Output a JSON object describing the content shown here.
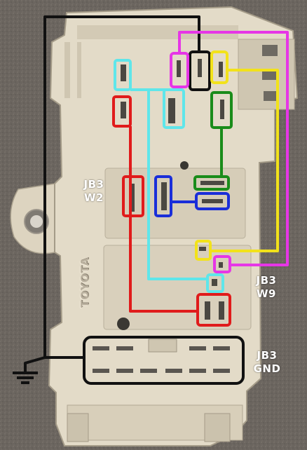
{
  "photo": {
    "subject": "junction-block-wiring-overlay",
    "emboss_text": "TOYOTA",
    "labels": {
      "w2": {
        "line1": "JB3",
        "line2": "W2"
      },
      "w9": {
        "line1": "JB3",
        "line2": "W9"
      },
      "gnd": {
        "line1": "JB3",
        "line2": "GND"
      }
    },
    "colors": {
      "carpet": "#6b655f",
      "housing": "#e3dbc8",
      "housing_shadow": "#b8af9b",
      "black": "#111111",
      "magenta": "#e636e6",
      "yellow": "#f2e21a",
      "cyan": "#5fe6ea",
      "red": "#e01b1b",
      "green": "#1a8c1a",
      "blue": "#1a2ed9"
    }
  }
}
